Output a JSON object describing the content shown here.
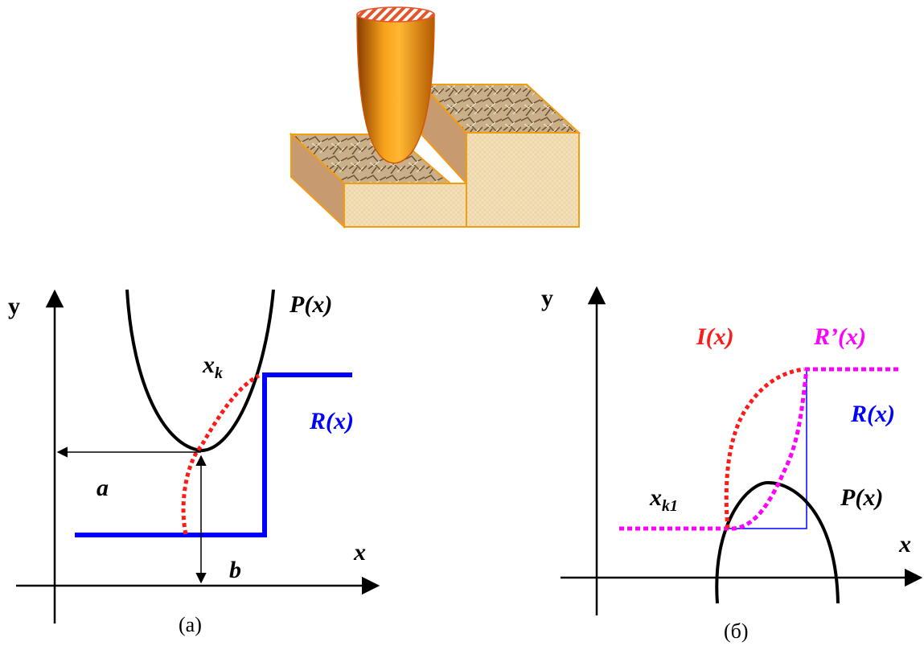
{
  "illustration": {
    "description_icon": "probe-tip-over-step-icon",
    "colors": {
      "probe": "#f39c12",
      "probe_dark": "#b35a00",
      "probe_outline": "#d35400",
      "block_face": "#f2dfb4",
      "block_side": "#c49a6c",
      "block_top": "#c8b087",
      "block_outline": "#f39c12"
    }
  },
  "diagram_a": {
    "caption": "(a)",
    "y_axis_label": "y",
    "x_axis_label": "x",
    "labels": {
      "P": "P(x)",
      "xk_base": "x",
      "xk_sub": "k",
      "R": "R(x)",
      "a": "a",
      "b": "b"
    }
  },
  "diagram_b": {
    "caption": "(б)",
    "y_axis_label": "y",
    "x_axis_label": "x",
    "labels": {
      "I": "I(x)",
      "Rprime": "R’(x)",
      "R": "R(x)",
      "xk1_base": "x",
      "xk1_sub": "k1",
      "P": "P(x)"
    }
  },
  "colors": {
    "red": "#ff1a1a",
    "blue": "#0000ff",
    "magenta": "#ff00ff",
    "black": "#000000"
  }
}
